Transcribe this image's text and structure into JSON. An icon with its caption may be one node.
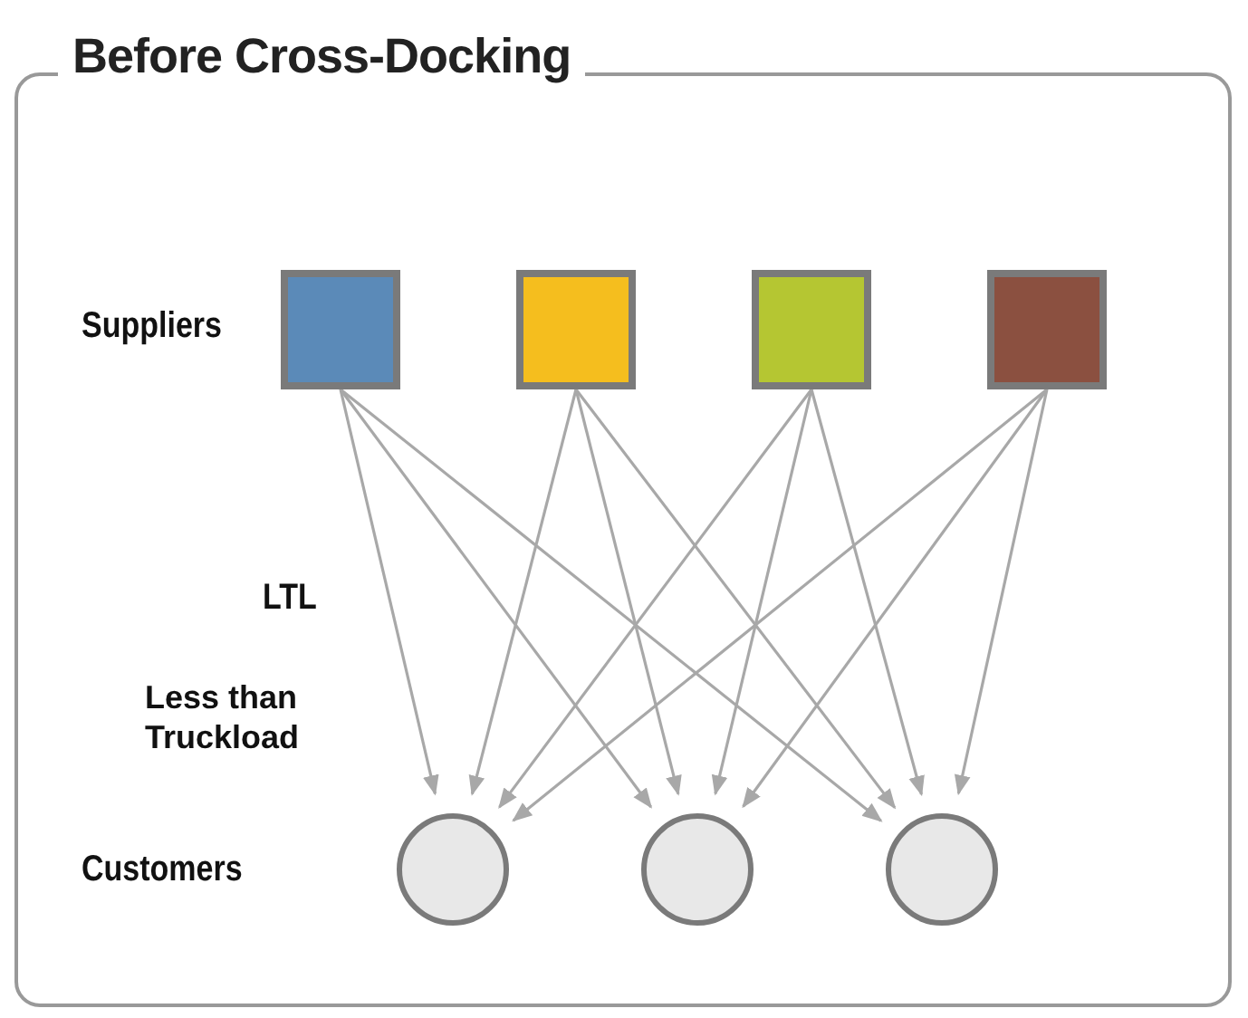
{
  "diagram": {
    "nodes": [
      {
        "text": [
          "Before Cross-Docking"
        ]
      },
      {
        "text": [],
        "shape": "box",
        "in": 0
      },
      {
        "text": [],
        "shape": "box",
        "in": 0
      },
      {
        "text": [],
        "shape": "box",
        "in": 0
      },
      {
        "text": [],
        "shape": "box",
        "in": 0
      },
      {
        "text": [],
        "shape": "circle",
        "in": 0
      },
      {
        "text": [],
        "shape": "circle",
        "in": 0
      },
      {
        "text": [],
        "shape": "circle",
        "in": 0
      }
    ],
    "edges": [
      {
        "from": 1,
        "to": 5,
        "arrow": "to"
      },
      {
        "from": 1,
        "to": 6,
        "arrow": "to"
      },
      {
        "from": 1,
        "to": 7,
        "arrow": "to"
      },
      {
        "from": 2,
        "to": 5,
        "arrow": "to"
      },
      {
        "from": 2,
        "to": 6,
        "arrow": "to"
      },
      {
        "from": 2,
        "to": 7,
        "arrow": "to"
      },
      {
        "from": 3,
        "to": 5,
        "arrow": "to"
      },
      {
        "from": 3,
        "to": 6,
        "arrow": "to"
      },
      {
        "from": 3,
        "to": 7,
        "arrow": "to"
      },
      {
        "from": 4,
        "to": 5,
        "arrow": "to"
      },
      {
        "from": 4,
        "to": 6,
        "arrow": "to"
      },
      {
        "from": 4,
        "to": 7,
        "arrow": "to"
      }
    ],
    "labels": [
      "Suppliers",
      "LTL",
      "Less than Truckload",
      "Customers"
    ]
  }
}
